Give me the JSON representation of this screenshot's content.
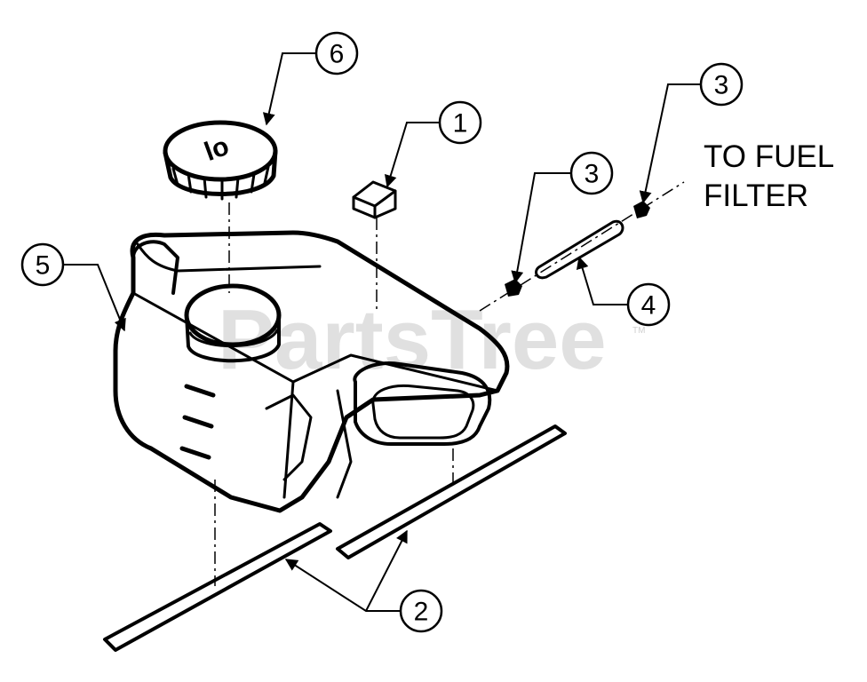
{
  "note": {
    "line1": "TO FUEL",
    "line2": "FILTER"
  },
  "callouts": [
    {
      "label": "1"
    },
    {
      "label": "2"
    },
    {
      "label": "3"
    },
    {
      "label": "3"
    },
    {
      "label": "4"
    },
    {
      "label": "5"
    },
    {
      "label": "6"
    }
  ],
  "cap_mark": "lo",
  "watermark": {
    "text": "PartsTree",
    "tm": "TM"
  }
}
